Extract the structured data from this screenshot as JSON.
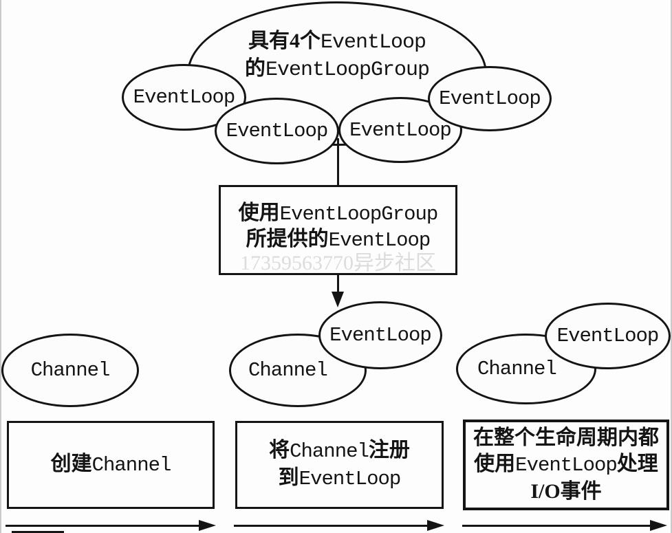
{
  "colors": {
    "ink": "#141414",
    "shape_fill": "#fcfcfc",
    "background": "#fdfdfd",
    "watermark": "#dcdcdc",
    "edge_line": "#cacaca"
  },
  "group_ellipse": {
    "line1_cn": "具有4个",
    "line1_code": "EventLoop",
    "line2_cn": "的",
    "line2_code": "EventLoopGroup"
  },
  "event_loops_top": [
    "EventLoop",
    "EventLoop",
    "EventLoop",
    "EventLoop"
  ],
  "provide_box": {
    "line1_cn": "使用",
    "line1_code": "EventLoopGroup",
    "line2_cn": "所提供的",
    "line2_code": "EventLoop",
    "watermark": "17359563770异步社区"
  },
  "pairs": {
    "left": {
      "channel": "Channel"
    },
    "middle": {
      "channel": "Channel",
      "event_loop": "EventLoop"
    },
    "right": {
      "channel": "Channel",
      "event_loop": "EventLoop"
    }
  },
  "steps": [
    {
      "line1_cn": "创建",
      "line1_code": "Channel"
    },
    {
      "line1_cn_a": "将",
      "line1_code": "Channel",
      "line1_cn_b": "注册",
      "line2_cn": "到",
      "line2_code": "EventLoop"
    },
    {
      "line1": "在整个生命周期内都",
      "line2_cn_a": "使用",
      "line2_code": "EventLoop",
      "line2_cn_b": "处理",
      "line3": "I/O事件"
    }
  ]
}
